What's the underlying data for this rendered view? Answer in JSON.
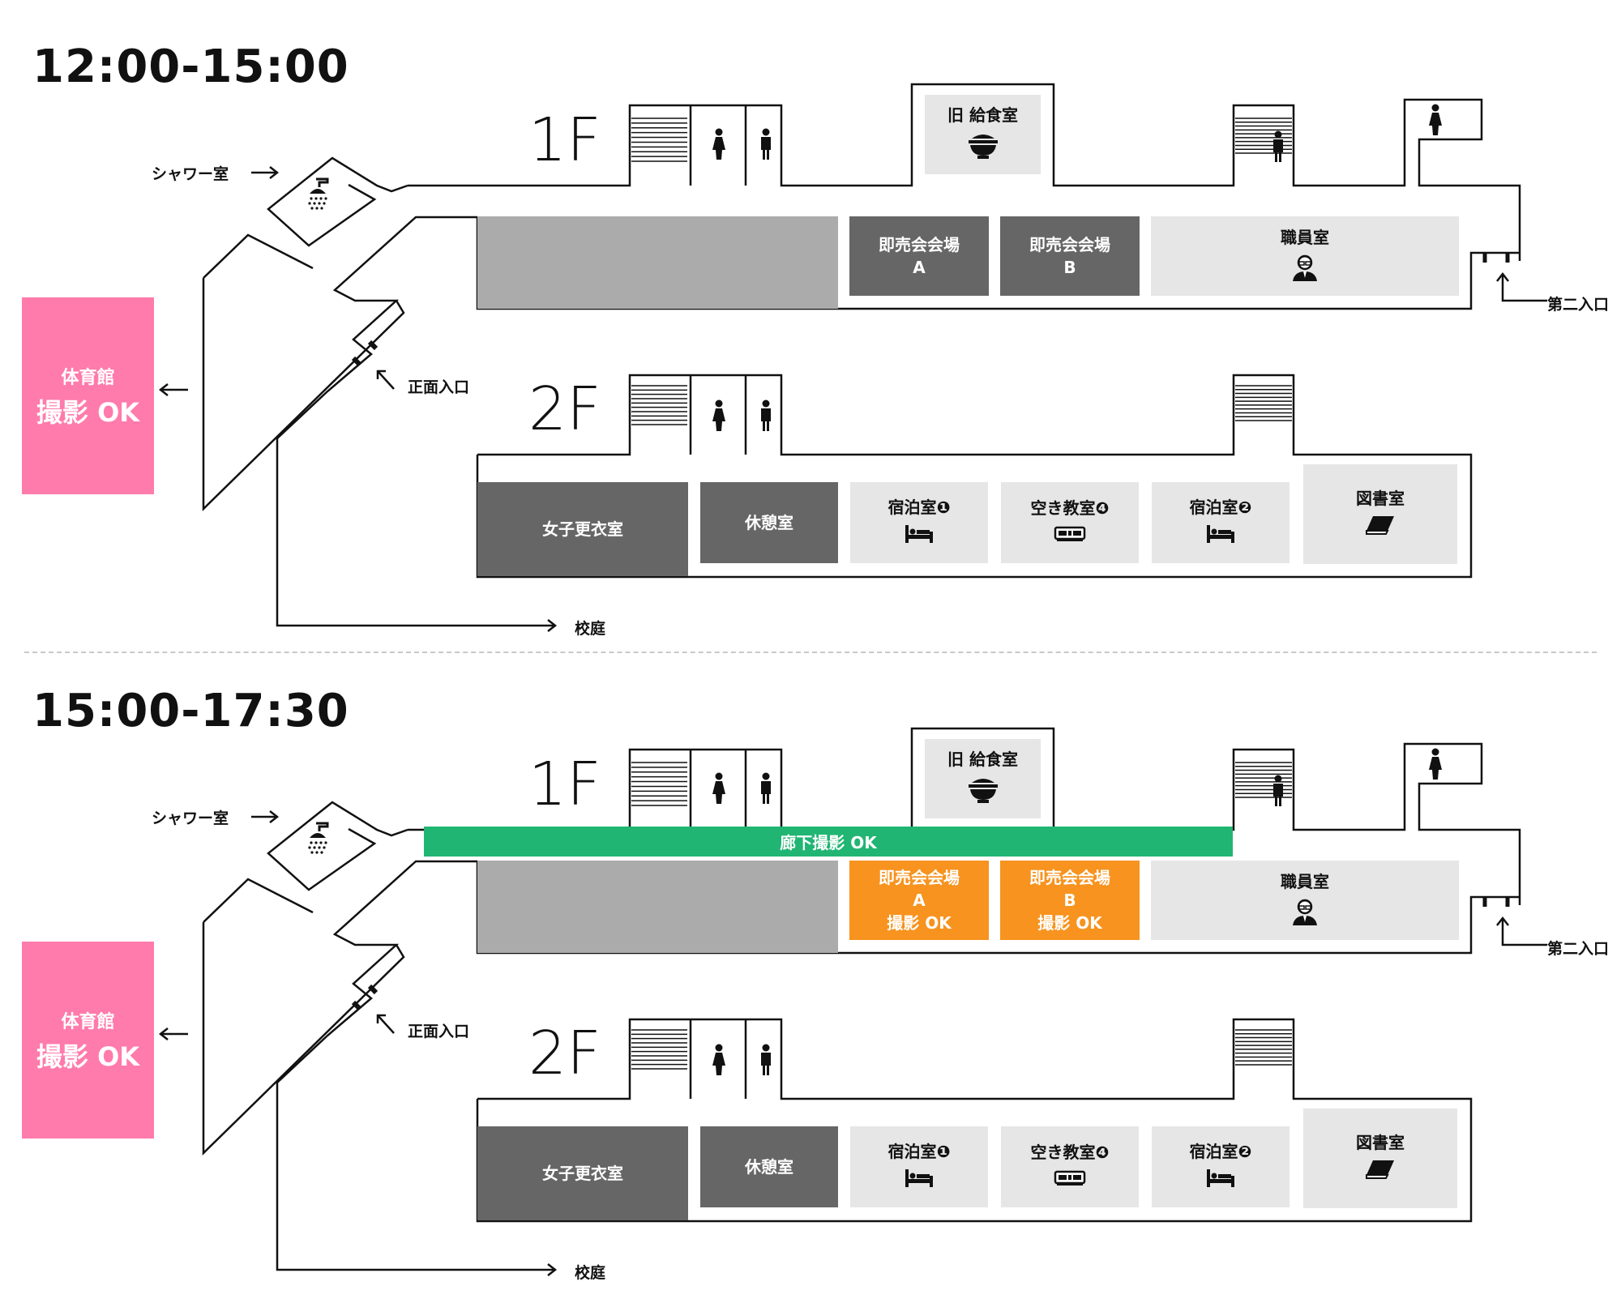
{
  "sections": [
    {
      "time": "12:00-15:00",
      "floor1": {
        "label": "1F",
        "rooms": {
          "gray_block": "",
          "shop_a": [
            "即売会会場",
            "A"
          ],
          "shop_b": [
            "即売会会場",
            "B"
          ],
          "staff_room": "職員室",
          "old_cafeteria": "旧 給食室"
        }
      },
      "floor2": {
        "label": "2F",
        "rooms": {
          "dressing": "女子更衣室",
          "rest": "休憩室",
          "lodging1": "宿泊室❶",
          "empty_class4": "空き教室❹",
          "lodging2": "宿泊室❷",
          "library": "図書室"
        }
      },
      "labels": {
        "shower": "シャワー室",
        "front_entrance": "正面入口",
        "second_entrance": "第二入口",
        "courtyard": "校庭",
        "gym_title": "体育館",
        "gym_photo": "撮影 OK"
      }
    },
    {
      "time": "15:00-17:30",
      "corridor": "廊下撮影 OK",
      "floor1": {
        "label": "1F",
        "rooms": {
          "gray_block": "",
          "shop_a": [
            "即売会会場",
            "A",
            "撮影 OK"
          ],
          "shop_b": [
            "即売会会場",
            "B",
            "撮影 OK"
          ],
          "staff_room": "職員室",
          "old_cafeteria": "旧 給食室"
        }
      },
      "floor2": {
        "label": "2F",
        "rooms": {
          "dressing": "女子更衣室",
          "rest": "休憩室",
          "lodging1": "宿泊室❶",
          "empty_class4": "空き教室❹",
          "lodging2": "宿泊室❷",
          "library": "図書室"
        }
      },
      "labels": {
        "shower": "シャワー室",
        "front_entrance": "正面入口",
        "second_entrance": "第二入口",
        "courtyard": "校庭",
        "gym_title": "体育館",
        "gym_photo": "撮影 OK"
      }
    }
  ],
  "icons": [
    "stairs-icon",
    "female-toilet-icon",
    "male-toilet-icon",
    "rice-bowl-icon",
    "shower-icon",
    "staff-person-icon",
    "bed-icon",
    "desk-icon",
    "book-icon"
  ],
  "colors": {
    "gym": "#ff7bab",
    "corridor_ok": "#21b573",
    "shop_ok": "#f7931e",
    "dark_room": "#666666",
    "light_room": "#e6e6e6",
    "gray_block": "#ababab"
  }
}
